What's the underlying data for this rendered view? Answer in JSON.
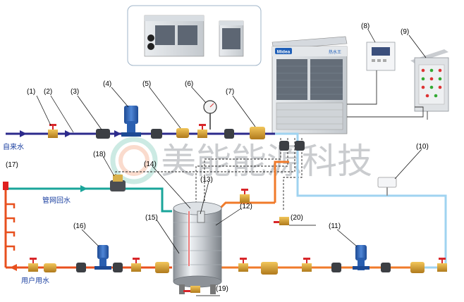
{
  "labels": {
    "n1": "(1)",
    "n2": "(2)",
    "n3": "(3)",
    "n4": "(4)",
    "n5": "(5)",
    "n6": "(6)",
    "n7": "(7)",
    "n8": "(8)",
    "n9": "(9)",
    "n10": "(10)",
    "n11": "(11)",
    "n12": "(12)",
    "n13": "(13)",
    "n14": "(14)",
    "n15": "(15)",
    "n16": "(16)",
    "n17": "(17)",
    "n18": "(18)",
    "n19": "(19)",
    "n20": "(20)"
  },
  "text": {
    "tap_water": "自来水",
    "return_water": "管网回水",
    "user_water": "用户用水",
    "watermark": "美能能源科技"
  },
  "heat_pump": {
    "brand": "Midea",
    "tag": "热水王"
  },
  "colors": {
    "cold_pipe": "#2c2a8c",
    "return_pipe": "#1aa59a",
    "hot_pipe": "#f07a2a",
    "user_pipe": "#e8501e",
    "loop_pipe": "#9fd3f0",
    "valve_red": "#d8262a",
    "pump_blue": "#2a5fb0"
  }
}
